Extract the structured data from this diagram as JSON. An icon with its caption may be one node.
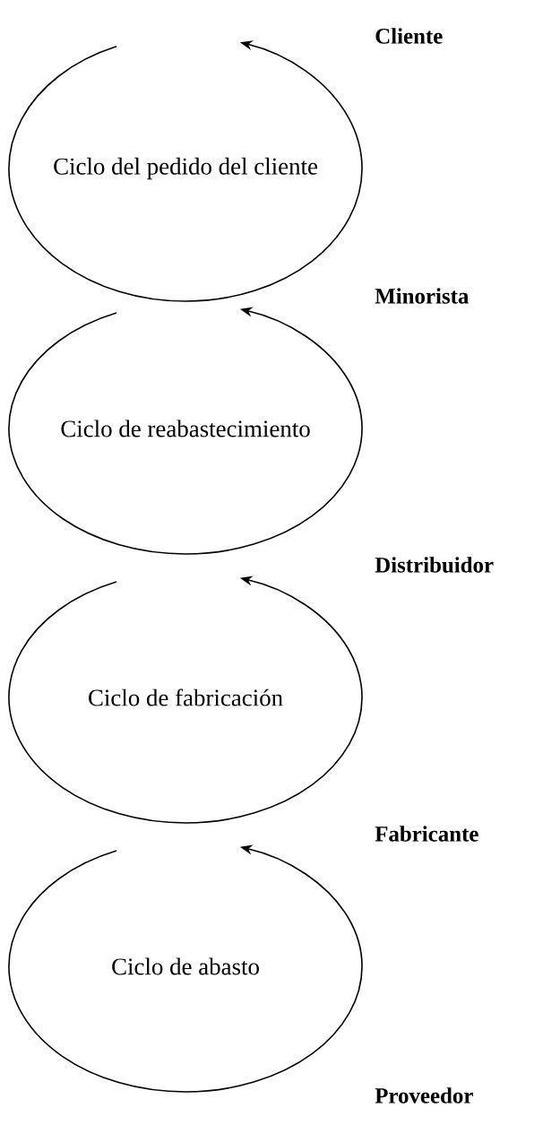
{
  "diagram": {
    "nodes": [
      {
        "text": [
          "Ciclo del pedido del cliente"
        ]
      },
      {
        "text": [
          "Ciclo de reabastecimiento"
        ]
      },
      {
        "text": [
          "Ciclo de fabricación"
        ]
      },
      {
        "text": [
          "Ciclo de abasto"
        ]
      }
    ],
    "labels": [
      "Cliente",
      "Minorista",
      "Distribuidor",
      "Fabricante",
      "Proveedor"
    ]
  }
}
